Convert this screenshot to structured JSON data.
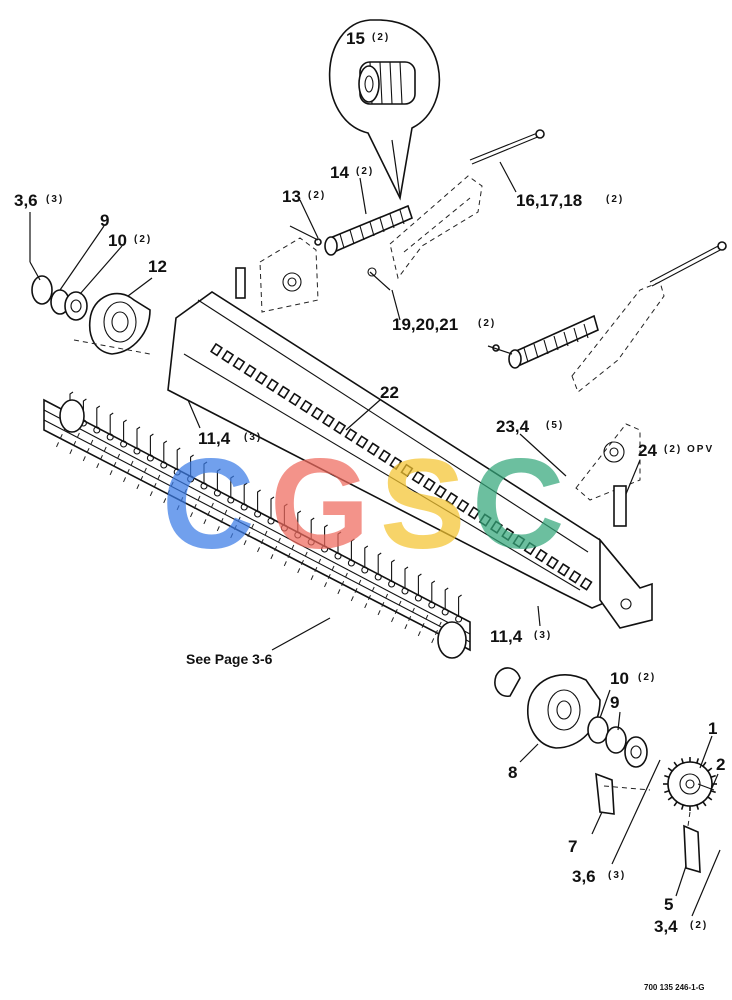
{
  "labels": {
    "p15": "15",
    "p15_qty": "(2)",
    "p14": "14",
    "p14_qty": "(2)",
    "p13": "13",
    "p13_qty": "(2)",
    "p16": "16,17,18",
    "p16_qty": "(2)",
    "p19": "19,20,21",
    "p19_qty": "(2)",
    "p36a": "3,6",
    "p36a_qty": "(3)",
    "p9a": "9",
    "p10a": "10",
    "p10a_qty": "(2)",
    "p12": "12",
    "p22": "22",
    "p114a": "11,4",
    "p114a_qty": "(3)",
    "p234": "23,4",
    "p234_qty": "(5)",
    "p24": "24",
    "p24_qty": "(2) OPV",
    "p114b": "11,4",
    "p114b_qty": "(3)",
    "see_page": "See Page 3-6",
    "p10b": "10",
    "p10b_qty": "(2)",
    "p9b": "9",
    "p1": "1",
    "p2": "2",
    "p8": "8",
    "p7": "7",
    "p36b": "3,6",
    "p36b_qty": "(3)",
    "p5": "5",
    "p34": "3,4",
    "p34_qty": "(2)"
  },
  "doc_number": "700 135 246-1-G",
  "watermark": {
    "letters": [
      "C",
      "G",
      "S",
      "C"
    ],
    "colors": [
      "#3b7be6",
      "#ef6a5e",
      "#f4c430",
      "#34a77a"
    ]
  }
}
